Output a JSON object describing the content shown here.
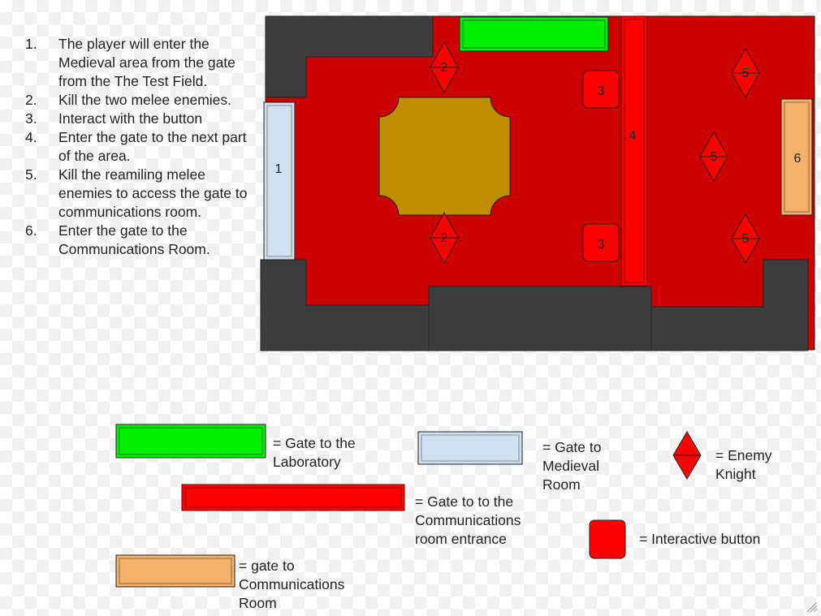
{
  "steps": [
    {
      "num": "1.",
      "text": "The player will enter the Medieval area from the gate from the The Test Field."
    },
    {
      "num": "2.",
      "text": "Kill the two melee enemies."
    },
    {
      "num": "3.",
      "text": "Interact with the button"
    },
    {
      "num": "4.",
      "text": "Enter the gate to the next part of the area."
    },
    {
      "num": "5.",
      "text": "Kill the reamiling melee enemies to access the gate to communications room."
    },
    {
      "num": "6.",
      "text": "Enter the gate to the Communications Room."
    }
  ],
  "map_labels": {
    "gate_medieval": "1",
    "enemy_first": "2",
    "button": "3",
    "gate_comm_entrance": "4",
    "enemy_second": "5",
    "gate_comm_room": "6"
  },
  "legend": {
    "lab_gate_line1": "= Gate to the",
    "lab_gate_line2": "Laboratory",
    "medieval_gate_line1": "= Gate to",
    "medieval_gate_line2": "Medieval",
    "medieval_gate_line3": "Room",
    "enemy_line1": "= Enemy",
    "enemy_line2": "Knight",
    "comm_entrance_line1": "= Gate to to the",
    "comm_entrance_line2": "Communications",
    "comm_entrance_line3": "room entrance",
    "button": "= Interactive button",
    "comm_room_line1": "= gate to",
    "comm_room_line2": "Communications",
    "comm_room_line3": "Room"
  },
  "colors": {
    "floor": "#cc0000",
    "wall": "#3d3d3d",
    "pit": "#bf8f00",
    "gate_laboratory": "#00ee00",
    "gate_medieval": "#cfe0f1",
    "gate_comm_entrance": "#ff0000",
    "gate_comm_room": "#f5b06a",
    "enemy": "#ff0000",
    "button": "#ff0000"
  }
}
